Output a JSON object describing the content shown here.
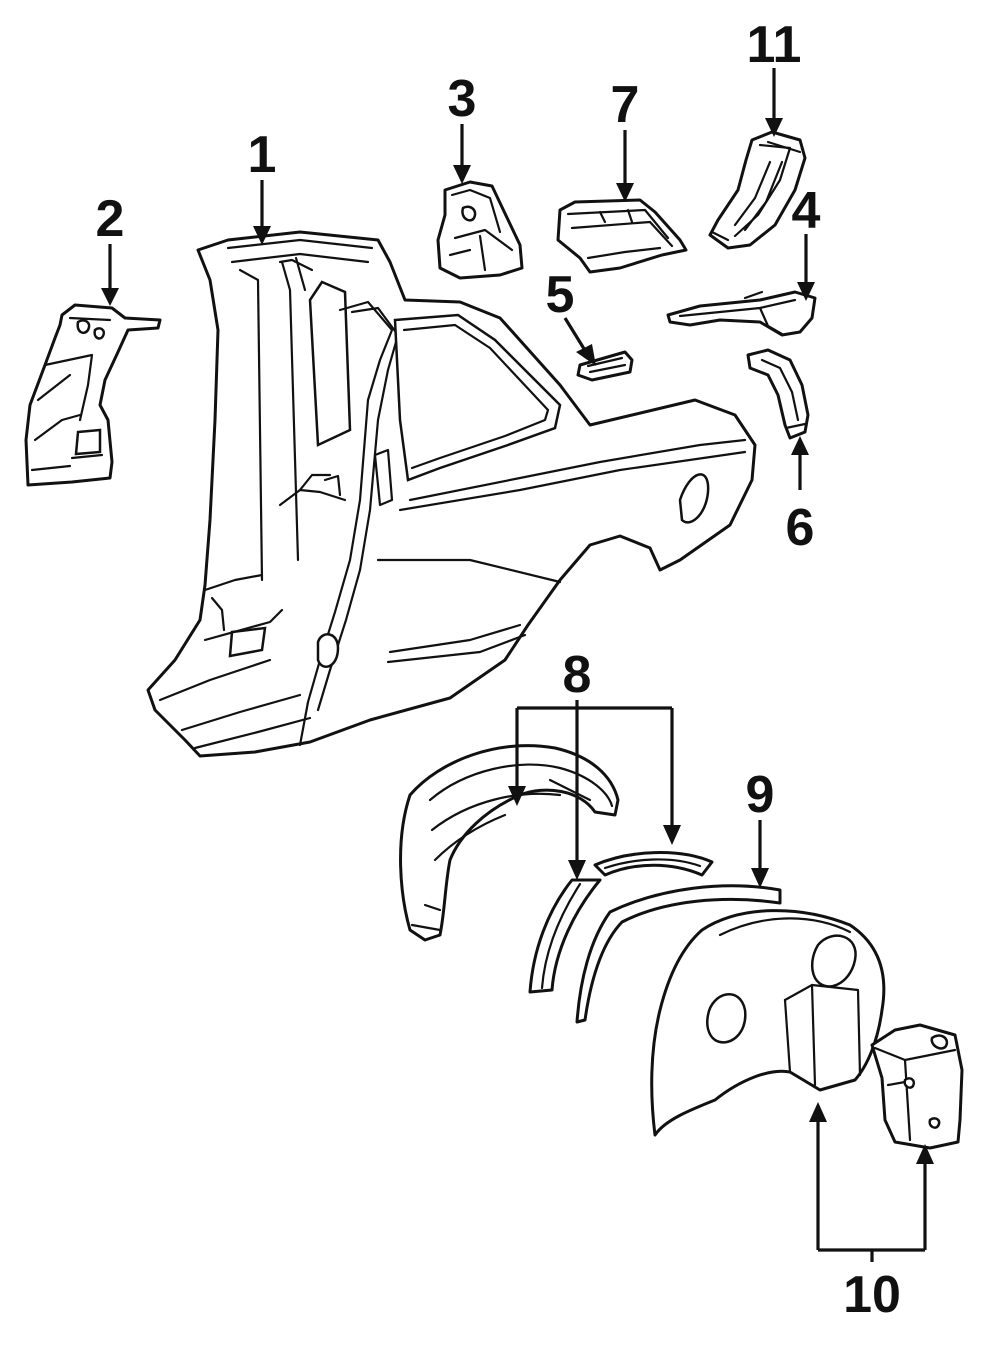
{
  "diagram": {
    "callouts": [
      {
        "id": "1",
        "label": "1"
      },
      {
        "id": "2",
        "label": "2"
      },
      {
        "id": "3",
        "label": "3"
      },
      {
        "id": "4",
        "label": "4"
      },
      {
        "id": "5",
        "label": "5"
      },
      {
        "id": "6",
        "label": "6"
      },
      {
        "id": "7",
        "label": "7"
      },
      {
        "id": "8",
        "label": "8"
      },
      {
        "id": "9",
        "label": "9"
      },
      {
        "id": "10",
        "label": "10"
      },
      {
        "id": "11",
        "label": "11"
      }
    ],
    "line_color": "#111111",
    "background_color": "#ffffff"
  }
}
